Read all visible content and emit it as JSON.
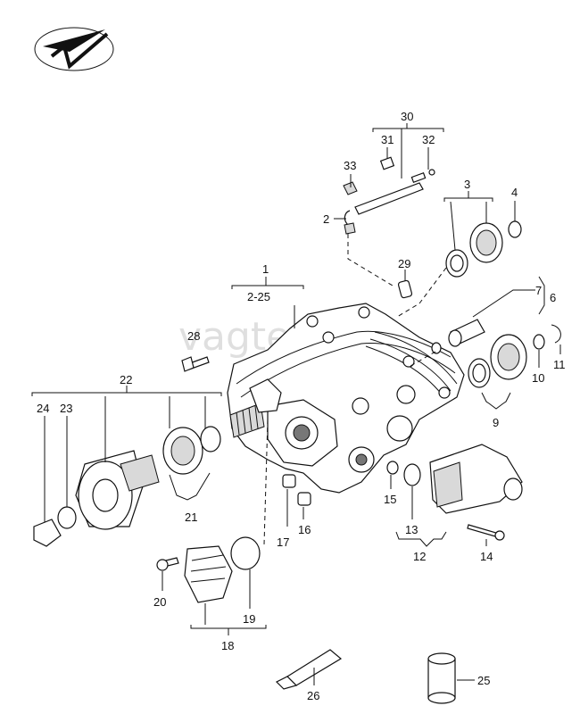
{
  "watermark": "vagtec.ru",
  "callouts": {
    "c1": "1",
    "c2_25": "2-25",
    "c2": "2",
    "c3": "3",
    "c4": "4",
    "c6": "6",
    "c7": "7",
    "c9": "9",
    "c10": "10",
    "c11": "11",
    "c12": "12",
    "c13": "13",
    "c14": "14",
    "c15": "15",
    "c16": "16",
    "c17": "17",
    "c18": "18",
    "c19": "19",
    "c20": "20",
    "c21": "21",
    "c22": "22",
    "c23": "23",
    "c24": "24",
    "c25": "25",
    "c26": "26",
    "c28": "28",
    "c29": "29",
    "c30": "30",
    "c31": "31",
    "c32": "32",
    "c33": "33"
  },
  "icons": {
    "logo": "check-plane-logo-icon"
  }
}
